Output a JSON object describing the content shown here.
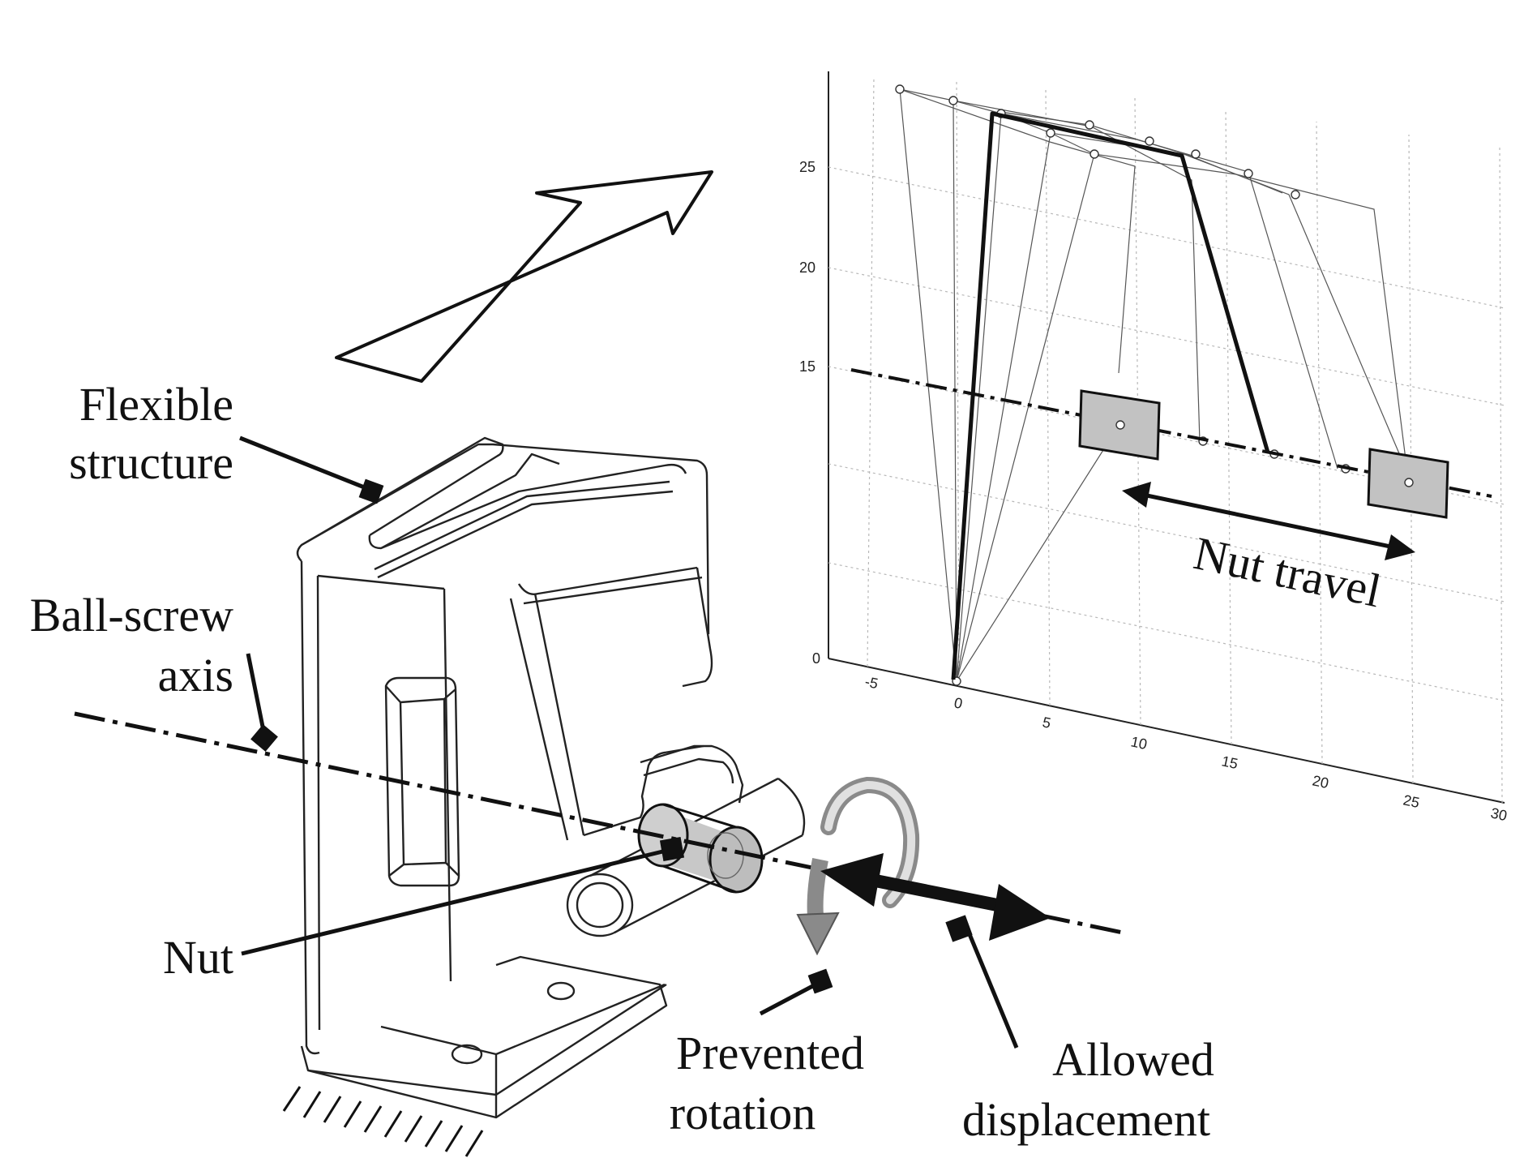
{
  "labels": {
    "flexible_structure": [
      "Flexible",
      "structure"
    ],
    "ball_screw_axis": [
      "Ball-screw",
      "axis"
    ],
    "nut": "Nut",
    "prevented_rotation": [
      "Prevented",
      "rotation"
    ],
    "allowed_displacement": [
      "Allowed",
      "displacement"
    ],
    "nut_travel": "Nut travel"
  },
  "plot": {
    "x_ticks": [
      "-5",
      "0",
      "5",
      "10",
      "15",
      "20",
      "25",
      "30"
    ],
    "y_ticks": [
      "0",
      "15",
      "20",
      "25"
    ]
  },
  "colors": {
    "ink": "#111111",
    "grid": "#b8b8b8",
    "nut_fill": "#c2c2c2",
    "rotation_arrow": "#8a8a8a"
  }
}
